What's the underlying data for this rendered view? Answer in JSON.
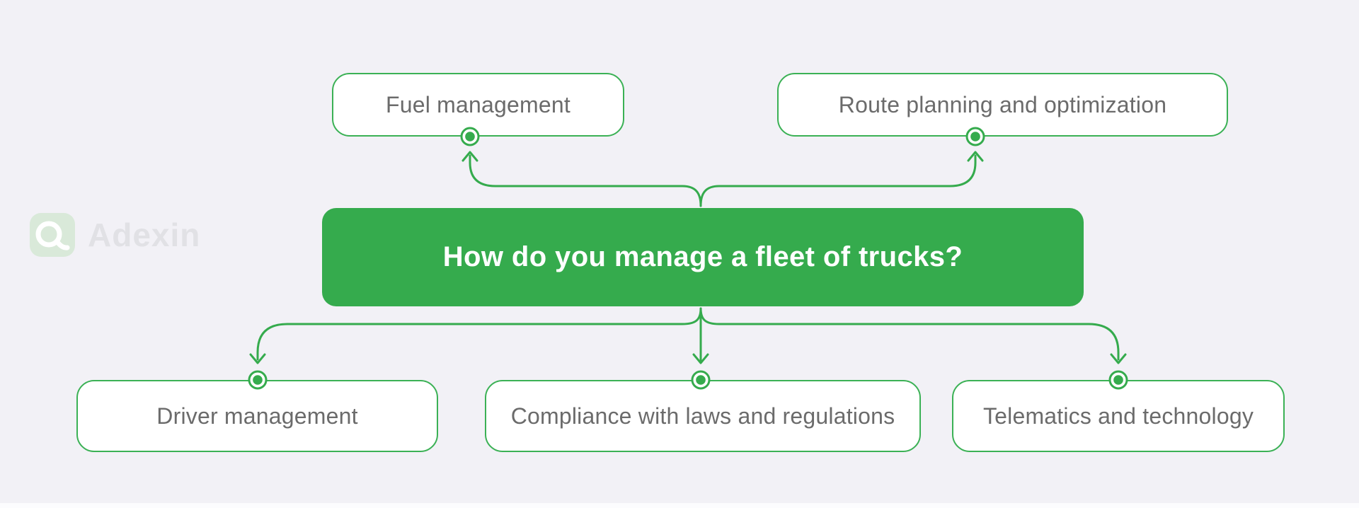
{
  "center": {
    "title": "How do you manage a fleet of trucks?"
  },
  "nodes": {
    "top": [
      {
        "label": "Fuel management"
      },
      {
        "label": "Route planning and optimization"
      }
    ],
    "bottom": [
      {
        "label": "Driver management"
      },
      {
        "label": "Compliance with laws and regulations"
      },
      {
        "label": "Telematics and technology"
      }
    ]
  },
  "watermark": {
    "brand": "Adexin"
  },
  "icons": {
    "watermark_icon": "adexin-logo",
    "connector_tip": "arrow-chevron",
    "connector_anchor": "ring-dot"
  },
  "colors": {
    "green": "#35ab4d",
    "box_border": "#3bb155",
    "label_text": "#6b6b6b",
    "title_text": "#ffffff",
    "background": "#f2f1f6",
    "footer_strip": "#fcfcfe",
    "watermark_text": "#e1e1e5",
    "watermark_icon_bg": "#d9e9d9",
    "watermark_icon_glyph": "#ffffff"
  }
}
